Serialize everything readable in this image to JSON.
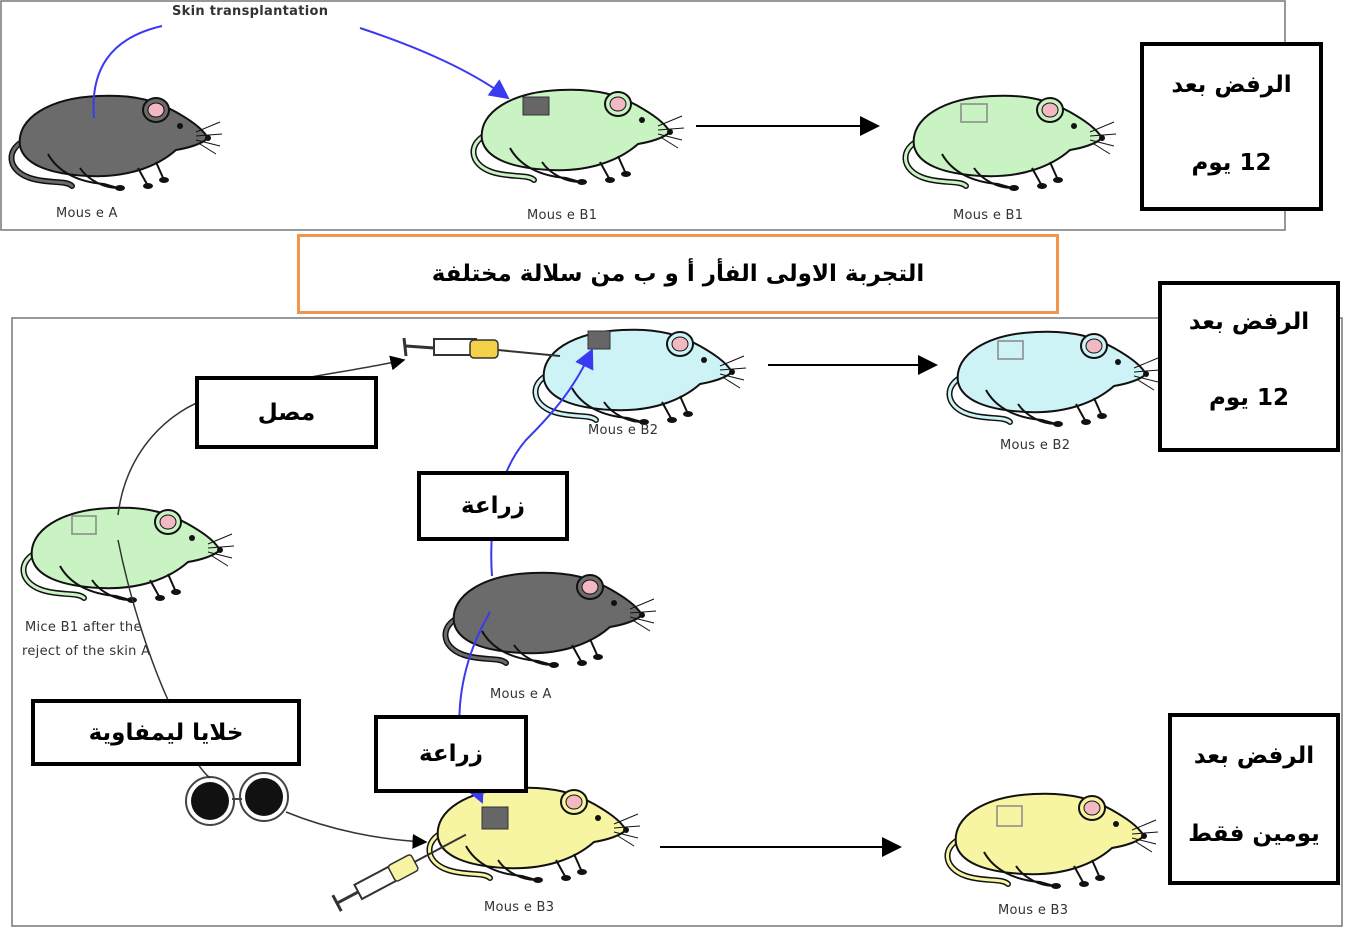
{
  "top_panel": {
    "arrow_label": "Skin transplantation",
    "mouse_a_label": "Mous e A",
    "mouse_b1_label": "Mous e B1",
    "mouse_b1_after_label": "Mous e B1",
    "rejection_box": {
      "line1": "الرفض بعد",
      "line2": "12 يوم"
    }
  },
  "experiment_title": "التجربة الاولى الفأر أ و ب  من سلالة مختلفة",
  "bottom_panel": {
    "serum_label": "مصل",
    "transplant_label_upper": "زراعة",
    "transplant_label_lower": "زراعة",
    "lymphocytes_label": "خلايا ليمفاوية",
    "mice_b1_caption_line1": "Mice B1 after the",
    "mice_b1_caption_line2": "reject of the skin A",
    "mouse_b2_label": "Mous e B2",
    "mouse_b2_after_label": "Mous e B2",
    "mouse_a_label": "Mous e A",
    "mouse_b3_label": "Mous e B3",
    "mouse_b3_after_label": "Mous e B3",
    "rejection_b2": {
      "line1": "الرفض بعد",
      "line2": "12 يوم"
    },
    "rejection_b3": {
      "line1": "الرفض بعد",
      "line2": "يومين فقط"
    }
  },
  "colors": {
    "gray_mouse": "#6b6b6b",
    "green_mouse": "#c9f3c3",
    "blue_mouse": "#cdf3f6",
    "yellow_mouse": "#f7f4a2",
    "title_border": "#f0954a",
    "blue_arrow": "#3a3af0"
  }
}
